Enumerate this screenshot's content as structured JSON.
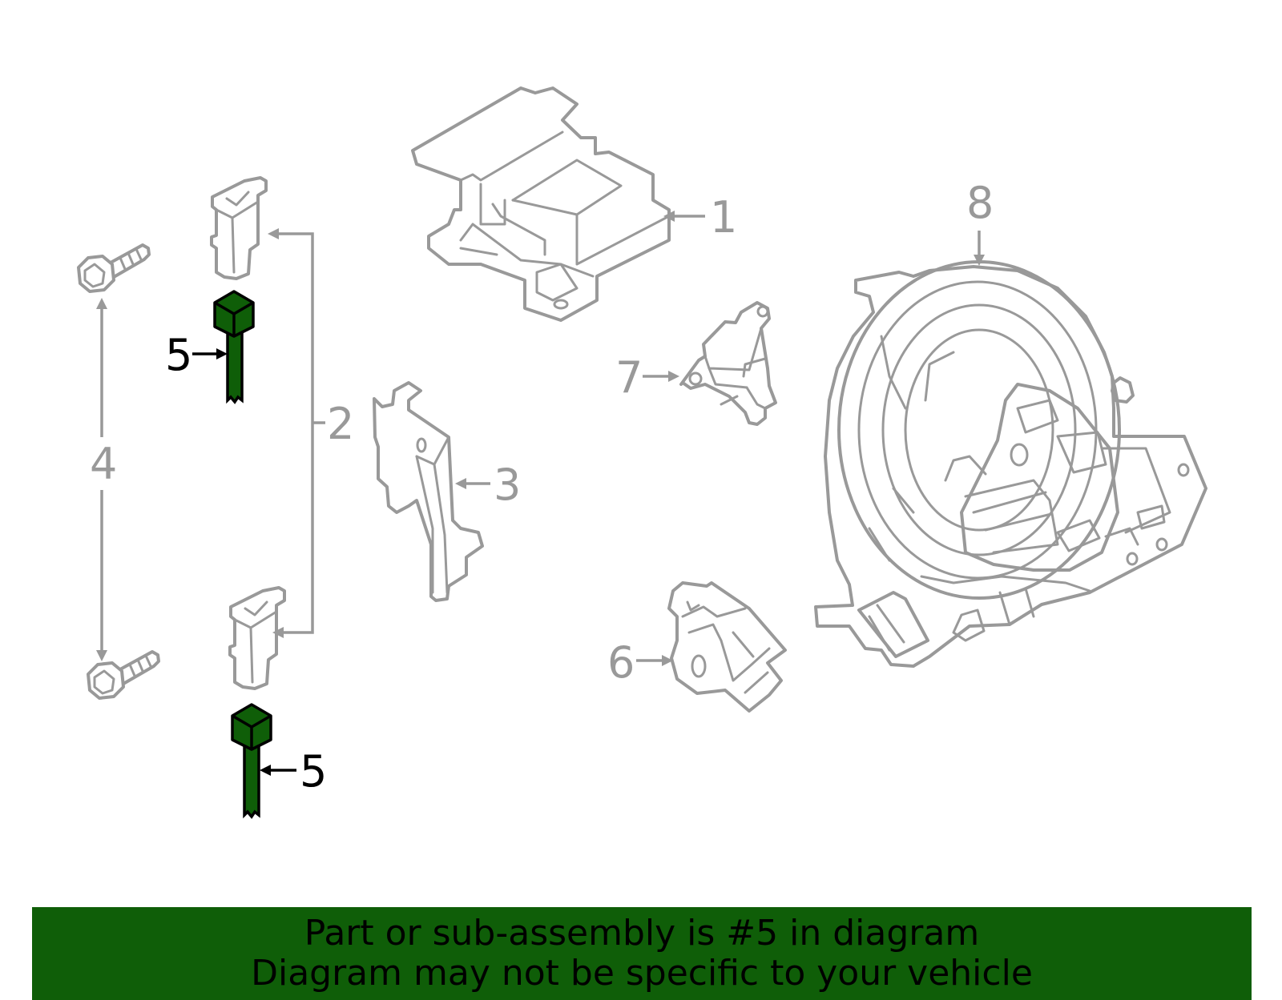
{
  "diagram": {
    "callouts": {
      "c1": "1",
      "c2": "2",
      "c3": "3",
      "c4": "4",
      "c5": "5",
      "c6": "6",
      "c7": "7",
      "c8": "8"
    },
    "highlight_part": "5"
  },
  "banner": {
    "line1": "Part or sub-assembly is #5 in diagram",
    "line2": "Diagram may not be specific to your vehicle"
  },
  "colors": {
    "highlight": "#0f5e08",
    "line_art": "#999999",
    "banner_bg": "#0f5e08",
    "text_active": "#000000"
  }
}
